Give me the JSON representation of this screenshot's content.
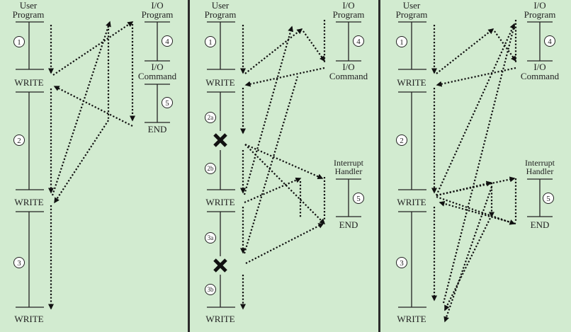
{
  "colors": {
    "panel_bg": "#d2ebd0",
    "divider": "#2b2b2b",
    "ink": "#222222"
  },
  "labels": {
    "user_program_1": "User",
    "user_program_2": "Program",
    "io_program_1": "I/O",
    "io_program_2": "Program",
    "io_command_1": "I/O",
    "io_command_2": "Command",
    "interrupt_handler_1": "Interrupt",
    "interrupt_handler_2": "Handler",
    "write": "WRITE",
    "end": "END",
    "c1": "1",
    "c2": "2",
    "c3": "3",
    "c4": "4",
    "c5": "5",
    "c2a": "2a",
    "c2b": "2b",
    "c3a": "3a",
    "c3b": "3b"
  },
  "icons": {
    "interrupt_marker": "x-mark-icon"
  }
}
